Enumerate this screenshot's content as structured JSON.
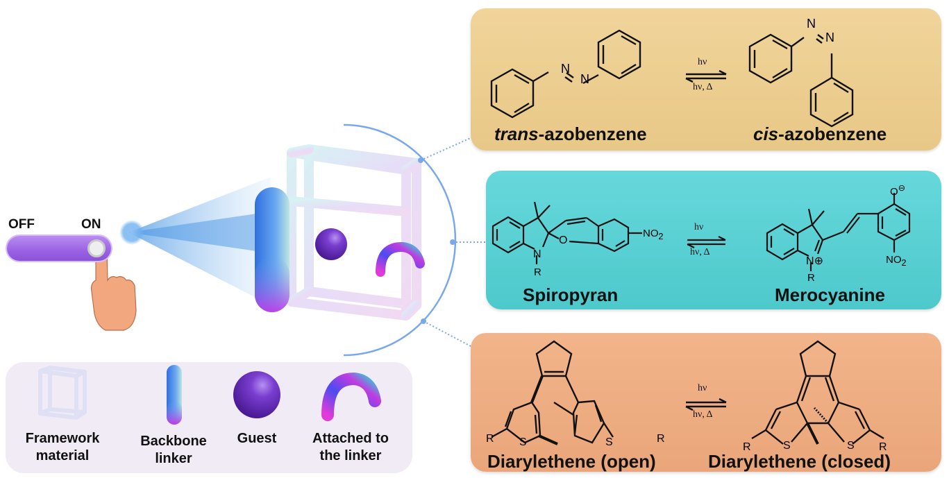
{
  "switch": {
    "off_label": "OFF",
    "on_label": "ON",
    "state": "on"
  },
  "legend": {
    "items": [
      {
        "icon": "cube-framework-icon",
        "label_line1": "Framework",
        "label_line2": "material"
      },
      {
        "icon": "rod-linker-icon",
        "label_line1": "Backbone",
        "label_line2": "linker"
      },
      {
        "icon": "sphere-guest-icon",
        "label_line1": "Guest",
        "label_line2": ""
      },
      {
        "icon": "arc-attached-icon",
        "label_line1": "Attached to",
        "label_line2": "the linker"
      }
    ]
  },
  "panels": [
    {
      "color": "#e8c887",
      "left_name_italic": "trans",
      "left_name_rest": "-azobenzene",
      "right_name_italic": "cis",
      "right_name_rest": "-azobenzene",
      "forward_label": "hν",
      "reverse_label": "hν, Δ",
      "atoms": {
        "n1": "N",
        "n2": "N"
      }
    },
    {
      "color": "#4ec9cb",
      "left_name": "Spiropyran",
      "right_name": "Merocyanine",
      "forward_label": "hν",
      "reverse_label": "hν, Δ",
      "atoms": {
        "N": "N",
        "O": "O",
        "R": "R",
        "NO2": "NO",
        "sub2": "2",
        "O_minus": "O",
        "minus": "⊖",
        "plus": "⊕"
      }
    },
    {
      "color": "#eaa67a",
      "left_name": "Diarylethene (open)",
      "right_name": "Diarylethene (closed)",
      "forward_label": "hν",
      "reverse_label": "hν, Δ",
      "atoms": {
        "S": "S",
        "R": "R"
      }
    }
  ]
}
